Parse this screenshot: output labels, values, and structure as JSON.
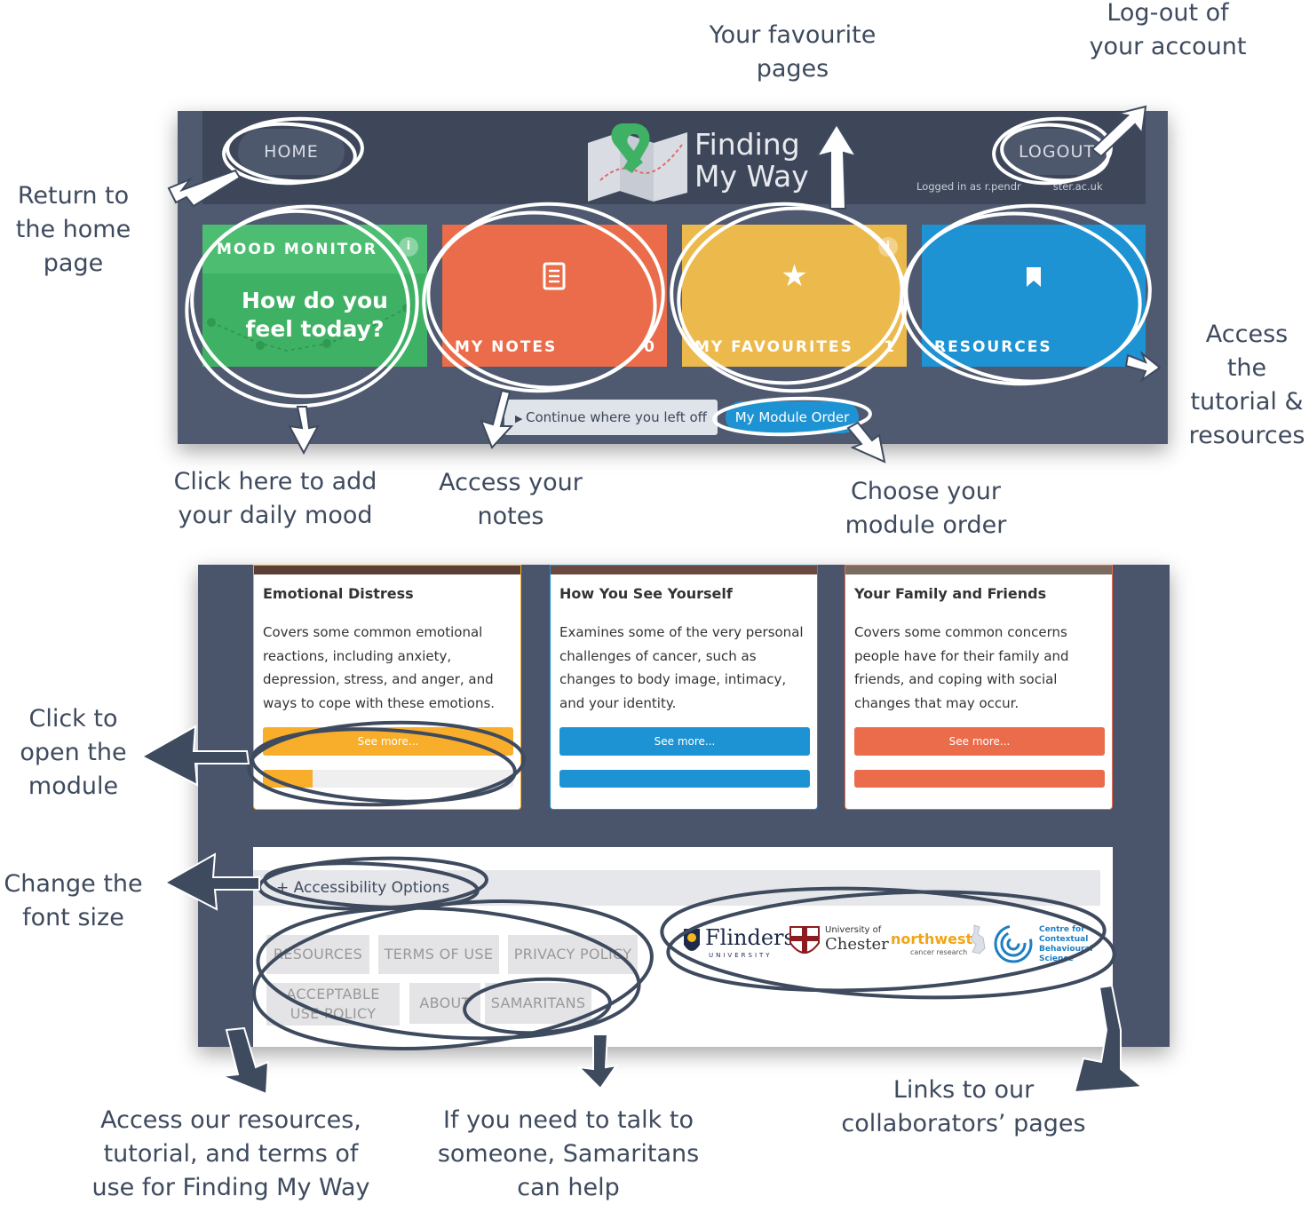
{
  "annotations": {
    "home": [
      "Return to",
      "the home",
      "page"
    ],
    "favourites": [
      "Your favourite",
      "pages"
    ],
    "logout": [
      "Log-out of",
      "your account"
    ],
    "resources": [
      "Access",
      "the",
      "tutorial &",
      "resources"
    ],
    "mood": [
      "Click here to add",
      "your daily mood"
    ],
    "notes": [
      "Access your",
      "notes"
    ],
    "module_order": [
      "Choose your",
      "module order"
    ],
    "open_module": [
      "Click to",
      "open the",
      "module"
    ],
    "font_size": [
      "Change the",
      "font size"
    ],
    "footer_links": [
      "Access our resources,",
      "tutorial, and terms of",
      "use for Finding My Way"
    ],
    "samaritans": [
      "If you need to talk to",
      "someone, Samaritans",
      "can help"
    ],
    "collaborators": [
      "Links to our",
      "collaborators’ pages"
    ]
  },
  "header": {
    "home_label": "HOME",
    "logo_line1": "Finding",
    "logo_line2": "My Way",
    "logout_label": "LOGOUT",
    "logged_in": "Logged in as r.pendr",
    "logged_in_tail": "ster.ac.uk"
  },
  "tiles": {
    "mood_label": "MOOD MONITOR",
    "mood_question_1": "How do you",
    "mood_question_2": "feel today?",
    "notes_label": "MY NOTES",
    "notes_count": "0",
    "favourites_label": "MY FAVOURITES",
    "favourites_count": "1",
    "resources_label": "RESOURCES",
    "info_glyph": "i",
    "colors": {
      "mood": "#3fb164",
      "notes": "#ea6c4a",
      "favourites": "#ecb94c",
      "resources": "#1e93d3"
    }
  },
  "actions": {
    "continue_label": "Continue where you left off",
    "module_order_label": "My Module Order"
  },
  "modules": [
    {
      "title": "Emotional Distress",
      "description": "Covers some common emotional reactions, including anxiety, depression, stress, and anger, and ways to cope with these emotions.",
      "button": "See more...",
      "progress": 0.2,
      "color": "#f8ae2b"
    },
    {
      "title": "How You See Yourself",
      "description": "Examines some of the very personal challenges of cancer, such as changes to body image, intimacy, and your identity.",
      "button": "See more...",
      "progress": 1.0,
      "color": "#1e93d3"
    },
    {
      "title": "Your Family and Friends",
      "description": "Covers some common concerns people have for their family and friends, and coping with social changes that may occur.",
      "button": "See more...",
      "progress": 1.0,
      "color": "#ea6c4a"
    }
  ],
  "footer": {
    "accessibility": "+ Accessibility Options",
    "links": {
      "resources": "RESOURCES",
      "terms": "TERMS OF USE",
      "privacy": "PRIVACY POLICY",
      "acceptable_1": "ACCEPTABLE",
      "acceptable_2": "USE POLICY",
      "about": "ABOUT",
      "samaritans": "SAMARITANS"
    },
    "logos": {
      "flinders_1": "Flinders",
      "flinders_2": "UNIVERSITY",
      "chester_1": "University of",
      "chester_2": "Chester",
      "northwest_1": "northwest",
      "northwest_2": "cancer research",
      "ccbs_1": "Centre for",
      "ccbs_2": "Contextual",
      "ccbs_3": "Behavioural",
      "ccbs_4": "Science"
    }
  }
}
